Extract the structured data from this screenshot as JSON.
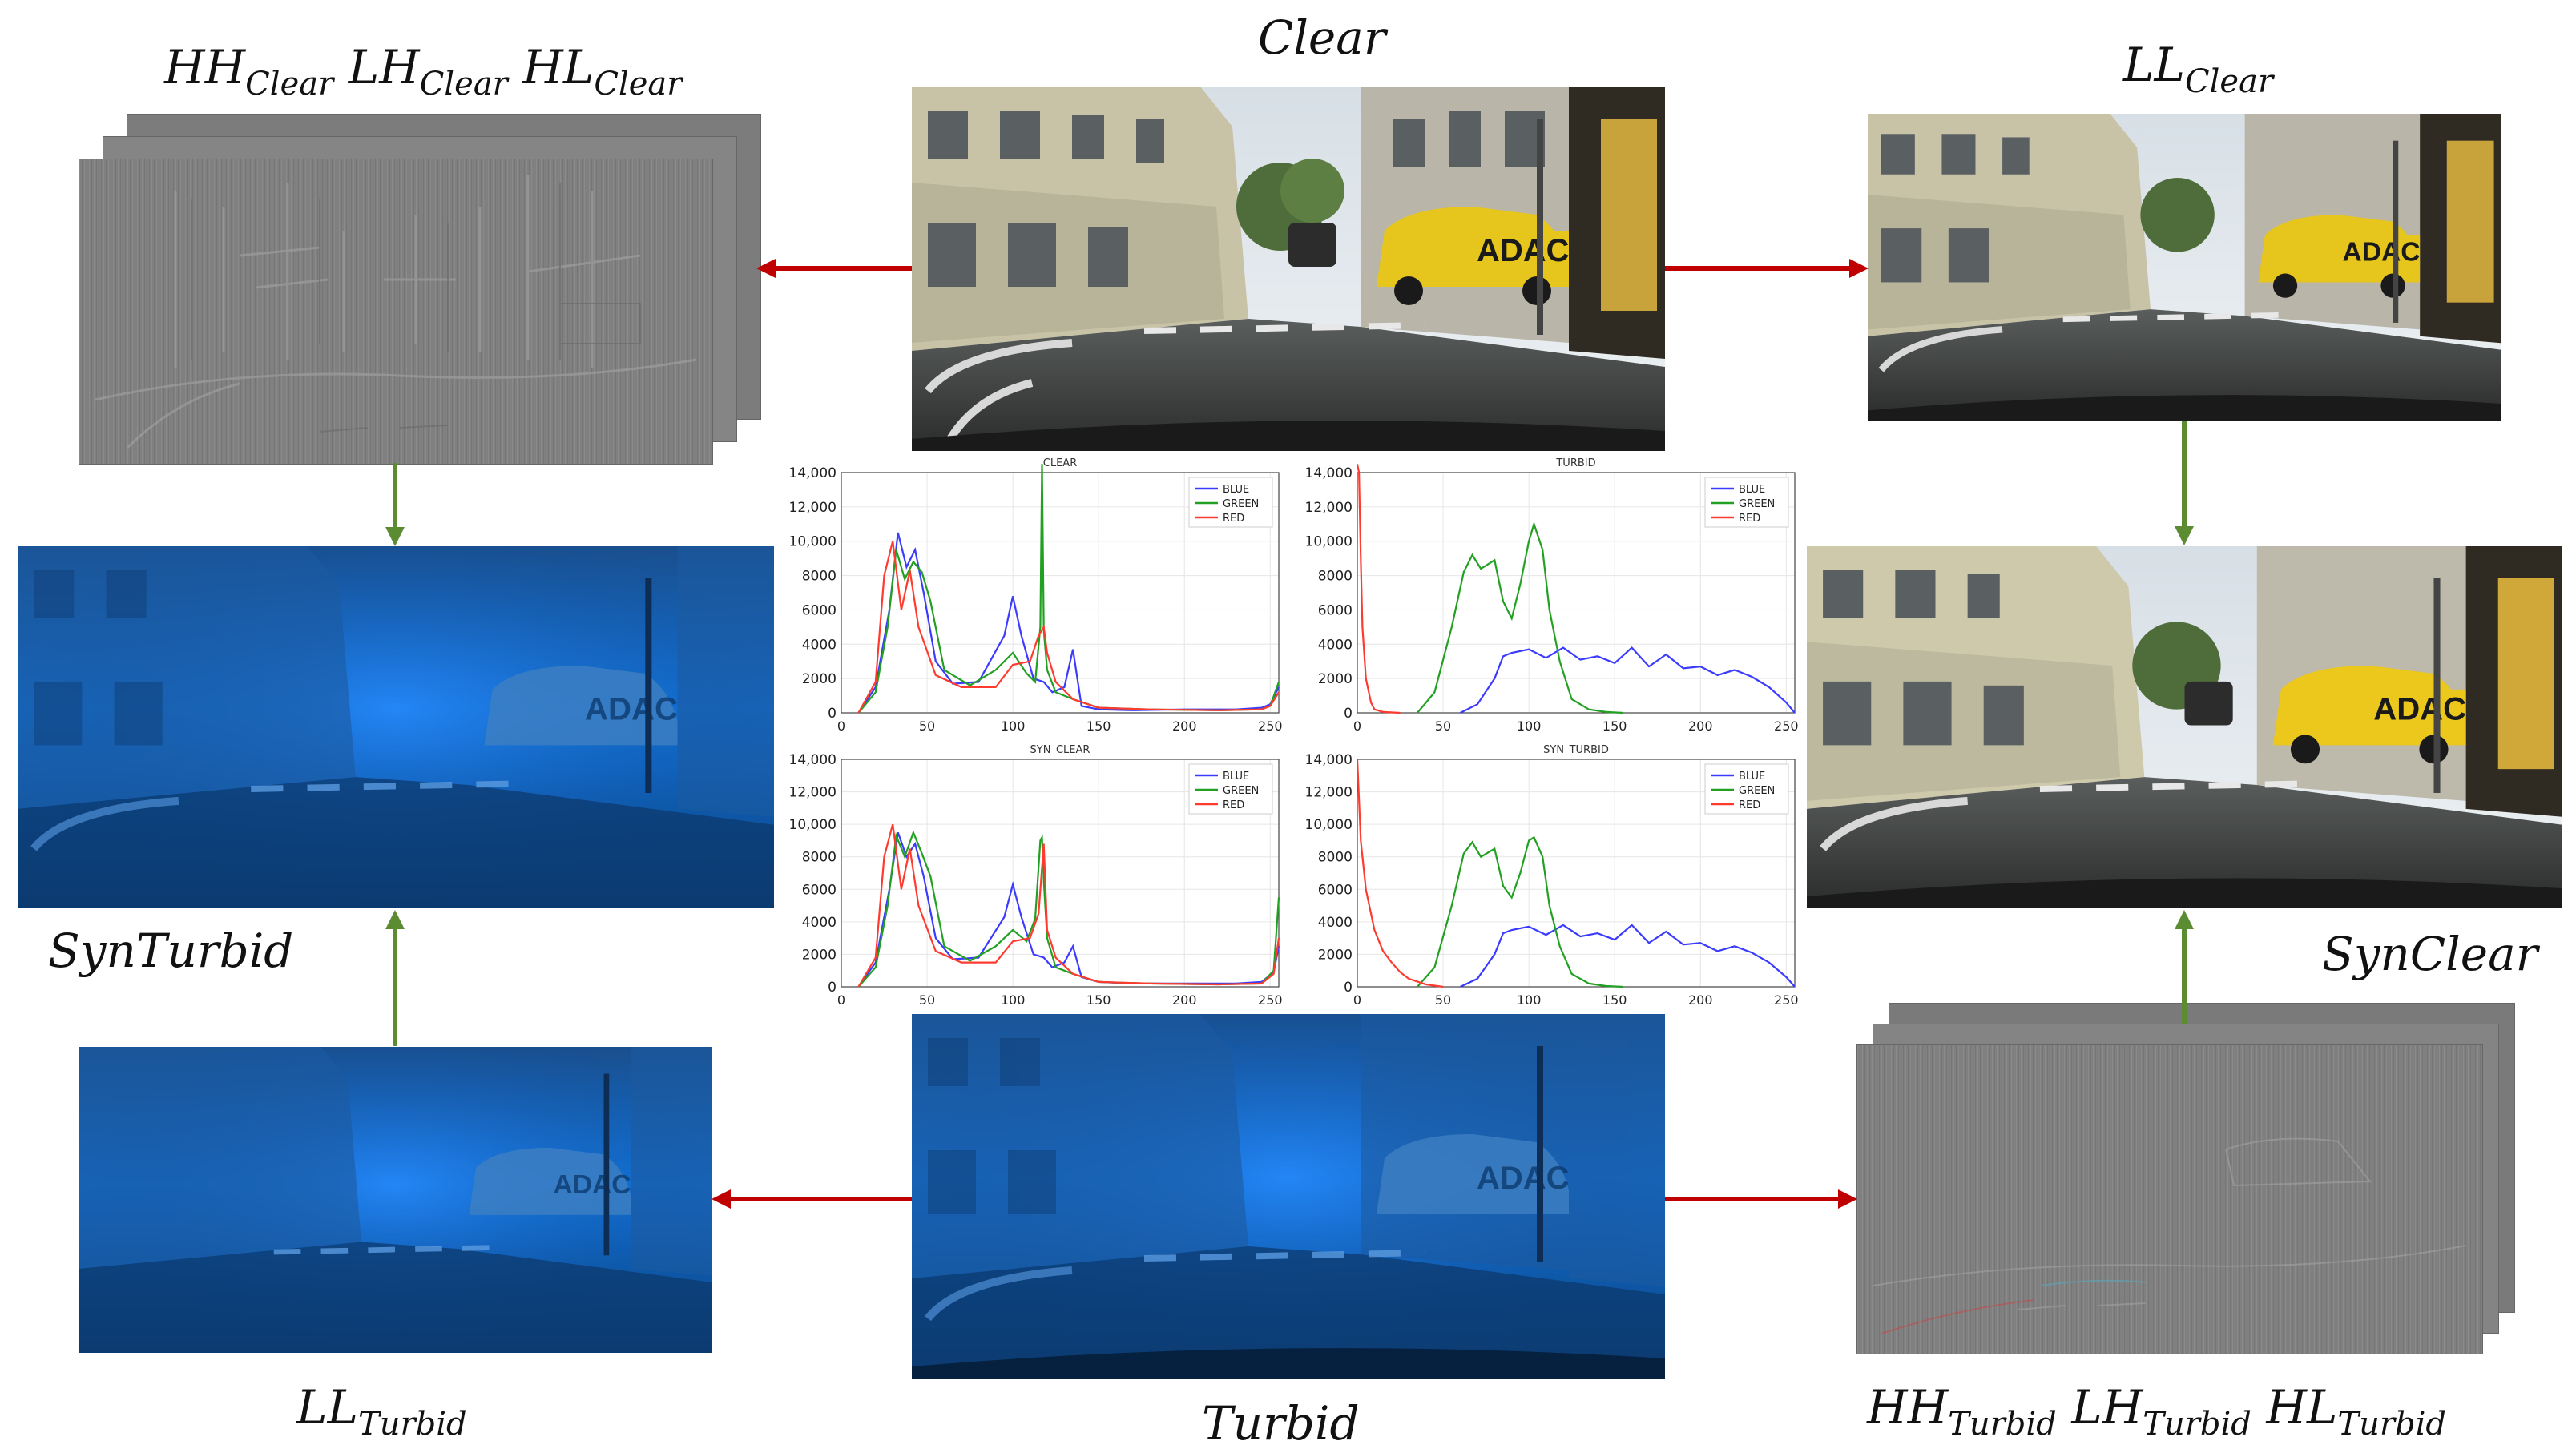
{
  "labels": {
    "clear": "Clear",
    "turbid": "Turbid",
    "syn_turbid": "SynTurbid",
    "syn_clear": "SynClear",
    "hf_clear": {
      "hh": "HH",
      "lh": "LH",
      "hl": "HL",
      "sub": "Clear"
    },
    "ll_clear": {
      "main": "LL",
      "sub": "Clear"
    },
    "ll_turbid": {
      "main": "LL",
      "sub": "Turbid"
    },
    "hf_turbid": {
      "hh": "HH",
      "lh": "LH",
      "hl": "HL",
      "sub": "Turbid"
    }
  },
  "colors": {
    "arrow_red": "#c00000",
    "arrow_green": "#5b8c32",
    "blue": "#3b3bff",
    "green": "#22a022",
    "red": "#ff3b30",
    "haze_blue": "#0a5fc8",
    "wavelet_gray": "#7f7f7f"
  },
  "chart_data": [
    {
      "type": "line",
      "title": "CLEAR",
      "xlim": [
        0,
        255
      ],
      "ylim": [
        0,
        14000
      ],
      "xticks": [
        0,
        50,
        100,
        150,
        200,
        250
      ],
      "yticks": [
        "0",
        "2000",
        "4000",
        "6000",
        "8000",
        "10,000",
        "12,000",
        "14,000"
      ],
      "legend": "top-right",
      "grid": true,
      "series": [
        {
          "name": "BLUE",
          "x": [
            10,
            20,
            28,
            33,
            38,
            43,
            48,
            55,
            65,
            80,
            95,
            100,
            105,
            112,
            118,
            123,
            130,
            135,
            140,
            150,
            170,
            200,
            230,
            245,
            250,
            255
          ],
          "y": [
            0,
            1500,
            6000,
            10500,
            8500,
            9500,
            7000,
            3000,
            1700,
            1800,
            4500,
            6800,
            4500,
            2000,
            1800,
            1200,
            1500,
            3700,
            400,
            200,
            150,
            200,
            200,
            300,
            500,
            1500
          ]
        },
        {
          "name": "GREEN",
          "x": [
            10,
            20,
            27,
            32,
            37,
            42,
            47,
            52,
            60,
            75,
            90,
            100,
            108,
            113,
            116,
            117,
            118,
            120,
            125,
            135,
            150,
            180,
            220,
            245,
            250,
            255
          ],
          "y": [
            0,
            1200,
            5000,
            9500,
            7800,
            8800,
            8200,
            6500,
            2500,
            1600,
            2500,
            3500,
            2300,
            1800,
            5000,
            14500,
            4800,
            2500,
            1200,
            800,
            300,
            200,
            150,
            200,
            400,
            1800
          ]
        },
        {
          "name": "RED",
          "x": [
            10,
            20,
            25,
            30,
            35,
            40,
            45,
            55,
            70,
            90,
            100,
            110,
            115,
            118,
            120,
            125,
            135,
            150,
            180,
            220,
            245,
            250,
            255
          ],
          "y": [
            0,
            1800,
            8000,
            10000,
            6000,
            8300,
            5000,
            2200,
            1500,
            1500,
            2800,
            3000,
            4500,
            5000,
            3500,
            1800,
            800,
            300,
            200,
            150,
            200,
            400,
            1200
          ]
        }
      ]
    },
    {
      "type": "line",
      "title": "TURBID",
      "xlim": [
        0,
        255
      ],
      "ylim": [
        0,
        14000
      ],
      "xticks": [
        0,
        50,
        100,
        150,
        200,
        250
      ],
      "yticks": [
        "0",
        "2000",
        "4000",
        "6000",
        "8000",
        "10,000",
        "12,000",
        "14,000"
      ],
      "legend": "top-right",
      "grid": true,
      "series": [
        {
          "name": "BLUE",
          "x": [
            60,
            70,
            80,
            85,
            90,
            100,
            110,
            120,
            130,
            140,
            150,
            160,
            170,
            180,
            190,
            200,
            210,
            220,
            230,
            240,
            250,
            255
          ],
          "y": [
            0,
            500,
            2000,
            3300,
            3500,
            3700,
            3200,
            3800,
            3100,
            3300,
            2900,
            3800,
            2700,
            3400,
            2600,
            2700,
            2200,
            2500,
            2100,
            1500,
            600,
            0
          ]
        },
        {
          "name": "GREEN",
          "x": [
            35,
            45,
            55,
            62,
            67,
            72,
            80,
            85,
            90,
            95,
            100,
            103,
            108,
            112,
            118,
            125,
            135,
            145,
            155
          ],
          "y": [
            0,
            1200,
            5000,
            8200,
            9200,
            8400,
            8900,
            6500,
            5500,
            7500,
            10000,
            11000,
            9500,
            6000,
            3000,
            800,
            200,
            50,
            0
          ]
        },
        {
          "name": "RED",
          "x": [
            0,
            1,
            2,
            3,
            5,
            8,
            10,
            15,
            25
          ],
          "y": [
            14500,
            14000,
            9000,
            5000,
            2000,
            600,
            200,
            50,
            0
          ]
        }
      ]
    },
    {
      "type": "line",
      "title": "SYN_CLEAR",
      "xlim": [
        0,
        255
      ],
      "ylim": [
        0,
        14000
      ],
      "xticks": [
        0,
        50,
        100,
        150,
        200,
        250
      ],
      "yticks": [
        "0",
        "2000",
        "4000",
        "6000",
        "8000",
        "10,000",
        "12,000",
        "14,000"
      ],
      "legend": "top-right",
      "grid": true,
      "series": [
        {
          "name": "BLUE",
          "x": [
            10,
            20,
            28,
            33,
            38,
            43,
            48,
            55,
            65,
            80,
            95,
            100,
            105,
            112,
            118,
            123,
            130,
            135,
            140,
            150,
            170,
            200,
            230,
            245,
            252,
            255
          ],
          "y": [
            0,
            1500,
            6000,
            9500,
            8000,
            8800,
            6800,
            3000,
            1700,
            1800,
            4300,
            6300,
            4300,
            2000,
            1800,
            1200,
            1500,
            2500,
            600,
            300,
            200,
            200,
            200,
            300,
            900,
            2500
          ]
        },
        {
          "name": "GREEN",
          "x": [
            10,
            20,
            27,
            32,
            37,
            42,
            47,
            52,
            60,
            75,
            90,
            100,
            108,
            113,
            116,
            117,
            118,
            120,
            125,
            135,
            150,
            180,
            220,
            245,
            252,
            255
          ],
          "y": [
            0,
            1200,
            5000,
            9300,
            8000,
            9500,
            8200,
            6800,
            2500,
            1600,
            2500,
            3500,
            2800,
            4200,
            9000,
            9200,
            6500,
            3000,
            1200,
            800,
            300,
            200,
            150,
            200,
            1000,
            5500
          ]
        },
        {
          "name": "RED",
          "x": [
            10,
            20,
            25,
            30,
            35,
            40,
            45,
            55,
            70,
            90,
            100,
            110,
            115,
            118,
            120,
            125,
            135,
            150,
            180,
            220,
            245,
            252,
            255
          ],
          "y": [
            0,
            1800,
            8000,
            10000,
            6000,
            8500,
            5000,
            2200,
            1500,
            1500,
            2800,
            3000,
            4500,
            8800,
            3500,
            1800,
            800,
            300,
            200,
            150,
            200,
            800,
            3000
          ]
        }
      ]
    },
    {
      "type": "line",
      "title": "SYN_TURBID",
      "xlim": [
        0,
        255
      ],
      "ylim": [
        0,
        14000
      ],
      "xticks": [
        0,
        50,
        100,
        150,
        200,
        250
      ],
      "yticks": [
        "0",
        "2000",
        "4000",
        "6000",
        "8000",
        "10,000",
        "12,000",
        "14,000"
      ],
      "legend": "top-right",
      "grid": true,
      "series": [
        {
          "name": "BLUE",
          "x": [
            60,
            70,
            80,
            85,
            90,
            100,
            110,
            120,
            130,
            140,
            150,
            160,
            170,
            180,
            190,
            200,
            210,
            220,
            230,
            240,
            250,
            255
          ],
          "y": [
            0,
            500,
            2000,
            3300,
            3500,
            3700,
            3200,
            3800,
            3100,
            3300,
            2900,
            3800,
            2700,
            3400,
            2600,
            2700,
            2200,
            2500,
            2100,
            1500,
            600,
            0
          ]
        },
        {
          "name": "GREEN",
          "x": [
            35,
            45,
            55,
            62,
            67,
            72,
            80,
            85,
            90,
            95,
            100,
            103,
            108,
            112,
            118,
            125,
            135,
            145,
            155
          ],
          "y": [
            0,
            1200,
            5000,
            8200,
            8900,
            8000,
            8500,
            6200,
            5500,
            7000,
            9000,
            9200,
            8000,
            5000,
            2500,
            800,
            200,
            50,
            0
          ]
        },
        {
          "name": "RED",
          "x": [
            0,
            2,
            5,
            10,
            15,
            20,
            25,
            30,
            40,
            50
          ],
          "y": [
            14000,
            9000,
            6000,
            3500,
            2200,
            1500,
            900,
            500,
            150,
            0
          ]
        }
      ]
    }
  ]
}
